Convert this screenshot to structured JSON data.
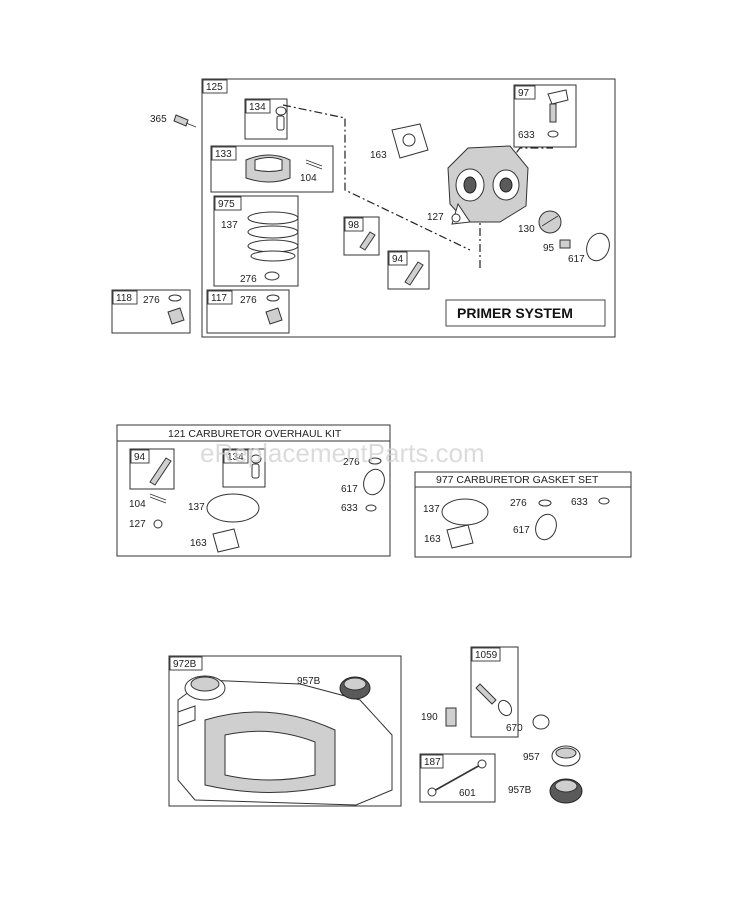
{
  "watermark": "eReplacementParts.com",
  "primer_section": {
    "title": "PRIMER SYSTEM",
    "labels": {
      "p125": "125",
      "p134": "134",
      "p133": "133",
      "p104": "104",
      "p975": "975",
      "p137": "137",
      "p276a": "276",
      "p117": "117",
      "p276b": "276",
      "p118": "118",
      "p276c": "276",
      "p365": "365",
      "p163": "163",
      "p98": "98",
      "p94": "94",
      "p127": "127",
      "p97": "97",
      "p633": "633",
      "p130": "130",
      "p95": "95",
      "p617": "617"
    }
  },
  "overhaul_kit": {
    "title": "121 CARBURETOR OVERHAUL KIT",
    "labels": {
      "p94": "94",
      "p134": "134",
      "p276": "276",
      "p104": "104",
      "p137": "137",
      "p617": "617",
      "p127": "127",
      "p633": "633",
      "p163": "163"
    }
  },
  "gasket_set": {
    "title": "977 CARBURETOR GASKET SET",
    "labels": {
      "p137": "137",
      "p276": "276",
      "p633": "633",
      "p163": "163",
      "p617": "617"
    }
  },
  "tank_section": {
    "labels": {
      "p972b": "972B",
      "p957b_a": "957B",
      "p1059": "1059",
      "p190": "190",
      "p670": "670",
      "p187": "187",
      "p957": "957",
      "p601": "601",
      "p957b_b": "957B"
    }
  }
}
